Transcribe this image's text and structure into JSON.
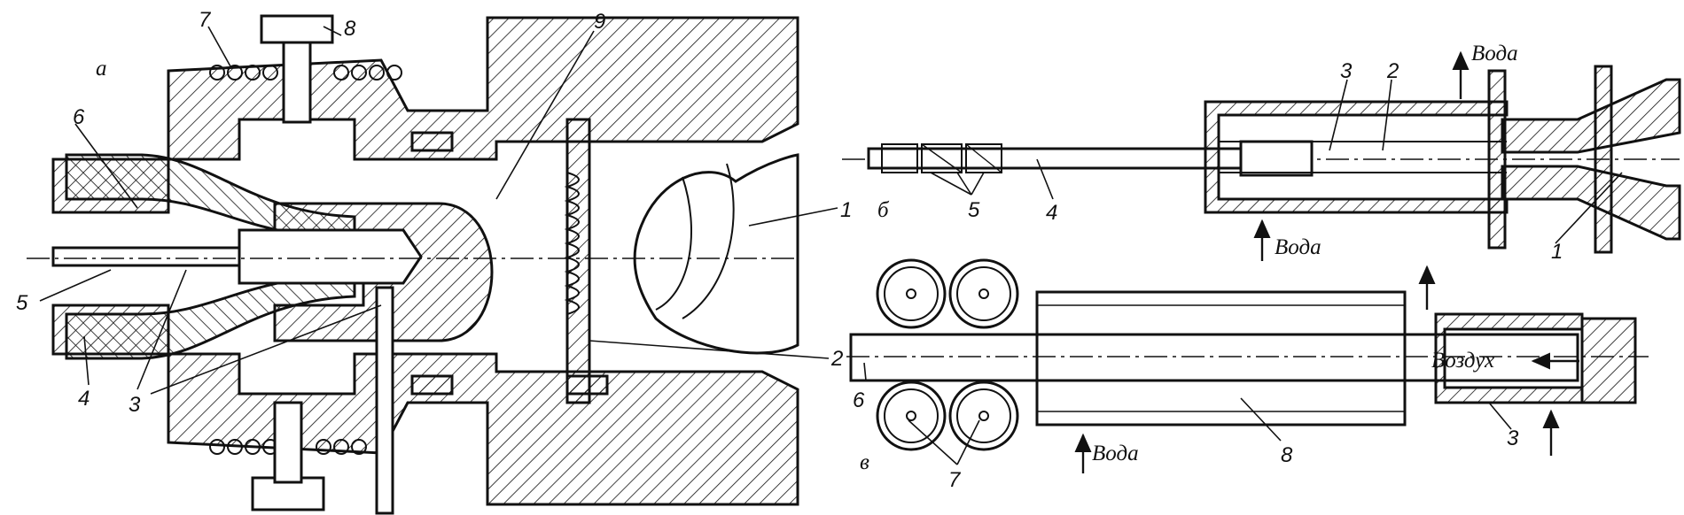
{
  "panel_labels": {
    "a": "а",
    "b": "б",
    "v": "в"
  },
  "panel_a": {
    "labels": [
      "1",
      "2",
      "3",
      "4",
      "5",
      "6",
      "7",
      "8",
      "9"
    ]
  },
  "panel_b": {
    "labels": [
      "1",
      "2",
      "3",
      "4",
      "5"
    ],
    "water_top": "Вода",
    "water_bottom": "Вода"
  },
  "panel_v": {
    "labels": [
      "3",
      "6",
      "7",
      "8"
    ],
    "water": "Вода",
    "air": "Воздух"
  }
}
